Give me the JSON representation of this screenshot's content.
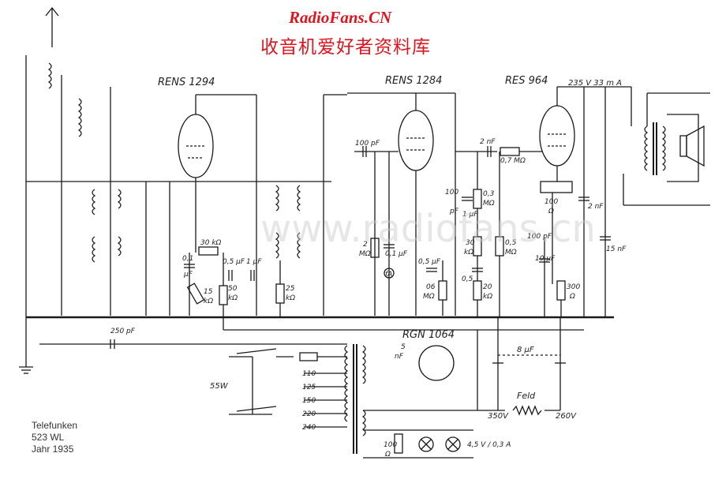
{
  "watermark": {
    "site": "RadioFans.CN",
    "cn": "收音机爱好者资料库",
    "faint": "www.radiofans.cn"
  },
  "info": {
    "maker": "Telefunken",
    "model": "523 WL",
    "year": "Jahr 1935"
  },
  "tubes": {
    "t1": "RENS 1294",
    "t2": "RENS 1284",
    "t3": "RES 964",
    "rect": "RGN 1064"
  },
  "supply": {
    "hv": "235 V  33 m A",
    "power": "55W",
    "v350": "350V",
    "v260": "260V",
    "feld": "Feld",
    "lamp": "4,5 V / 0,3 A"
  },
  "taps": [
    "110",
    "125",
    "150",
    "220",
    "240"
  ],
  "labels": {
    "c250": "250 pF",
    "r30k": "30 kΩ",
    "c01": "0,1",
    "uf": "μF",
    "c05a": "0,5 μF",
    "c1a": "1 μF",
    "r15k": "15",
    "ko": "kΩ",
    "r50k": "50",
    "r25k": "25",
    "c100p": "100 pF",
    "r2m": "2",
    "mo": "MΩ",
    "c01b": "0,1 μF",
    "fa": "fA",
    "c05b": "0,5 μF",
    "r06m": "06",
    "c2n": "2 nF",
    "r07m": "0,7 MΩ",
    "c100p2": "100",
    "pf": "pF",
    "r03m": "0,3",
    "c1b": "1 μF",
    "r30b": "30",
    "c05c": "0,5",
    "r20k": "20",
    "r05m": "0,5",
    "c100p3": "100 pF",
    "c10u": "10 μF",
    "r100": "100",
    "ohm": "Ω",
    "r300": "300",
    "c2n2": "2 nF",
    "c15n": "15 nF",
    "c5n": "5",
    "nf": "nF",
    "c8u": "8 μF"
  }
}
